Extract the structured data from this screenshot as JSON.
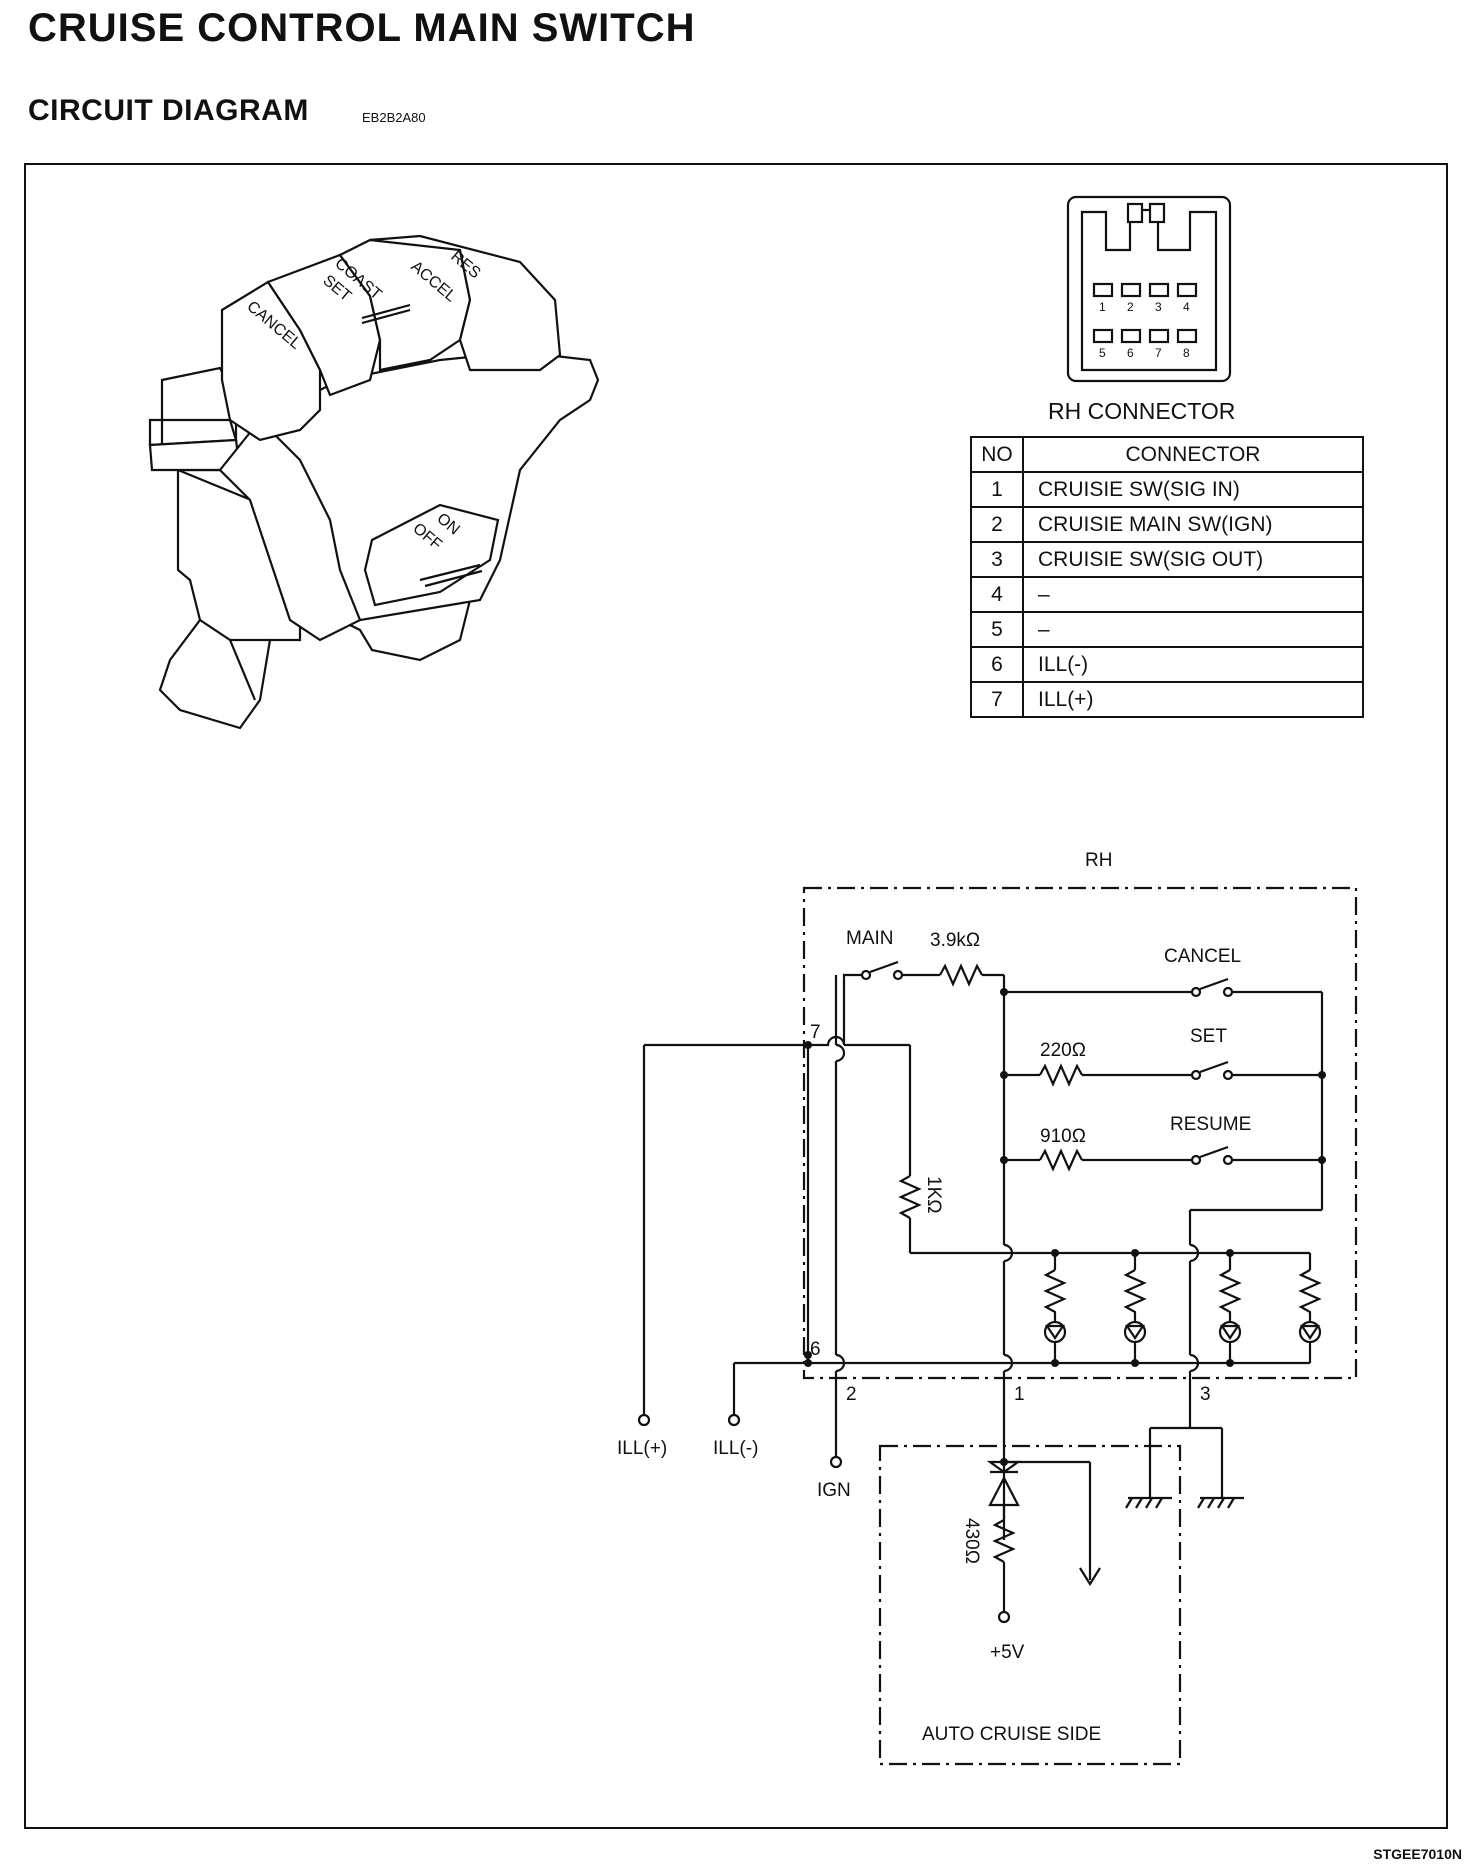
{
  "header": {
    "title": "CRUISE CONTROL MAIN SWITCH",
    "subtitle": "CIRCUIT DIAGRAM",
    "code": "EB2B2A80"
  },
  "switch_image": {
    "labels": {
      "cancel": "CANCEL",
      "coast": "COAST",
      "set": "SET",
      "res": "RES",
      "accel": "ACCEL",
      "on": "ON",
      "off": "OFF"
    }
  },
  "connector": {
    "title": "RH CONNECTOR",
    "pins_top": [
      "1",
      "2",
      "3",
      "4"
    ],
    "pins_bottom": [
      "5",
      "6",
      "7",
      "8"
    ],
    "table": {
      "headers": [
        "NO",
        "CONNECTOR"
      ],
      "rows": [
        {
          "no": "1",
          "name": "CRUISIE SW(SIG IN)"
        },
        {
          "no": "2",
          "name": "CRUISIE MAIN SW(IGN)"
        },
        {
          "no": "3",
          "name": "CRUISIE SW(SIG OUT)"
        },
        {
          "no": "4",
          "name": "–"
        },
        {
          "no": "5",
          "name": "–"
        },
        {
          "no": "6",
          "name": "ILL(-)"
        },
        {
          "no": "7",
          "name": "ILL(+)"
        }
      ]
    }
  },
  "circuit": {
    "box_label": "RH",
    "main_label": "MAIN",
    "r_main": "3.9kΩ",
    "cancel_label": "CANCEL",
    "set_label": "SET",
    "resume_label": "RESUME",
    "r_set": "220Ω",
    "r_resume": "910Ω",
    "r_1k": "1KΩ",
    "pin7": "7",
    "pin6": "6",
    "pin2": "2",
    "pin1": "1",
    "pin3": "3",
    "ill_plus": "ILL(+)",
    "ill_minus": "ILL(-)",
    "ign": "IGN",
    "r_430": "430Ω",
    "v5": "+5V",
    "auto_cruise": "AUTO CRUISE SIDE"
  },
  "footer": {
    "code": "STGEE7010N"
  }
}
